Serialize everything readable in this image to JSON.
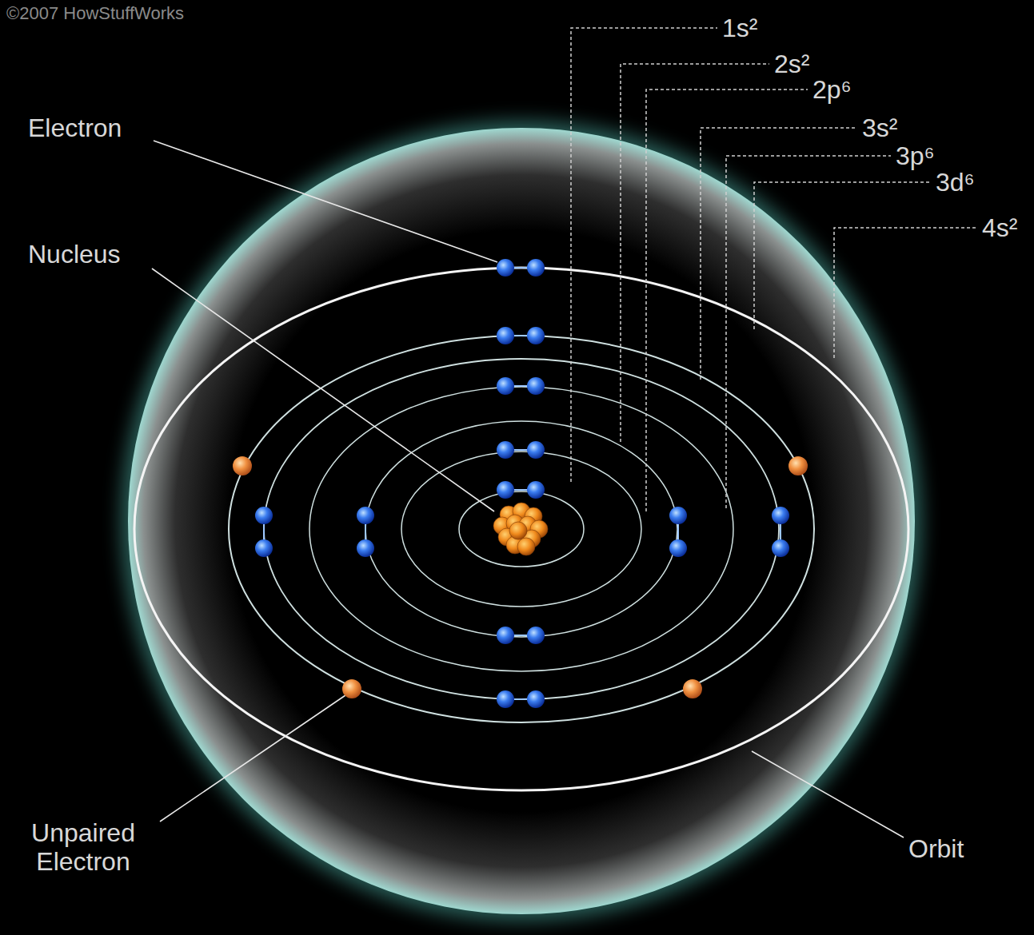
{
  "diagram": {
    "labels": [
      "©2007 HowStuffWorks",
      "Electron",
      "Nucleus",
      "Unpaired Electron",
      "Orbit",
      "1s²",
      "2s²",
      "2p⁶",
      "3s²",
      "3p⁶",
      "3d⁶",
      "4s²"
    ]
  }
}
